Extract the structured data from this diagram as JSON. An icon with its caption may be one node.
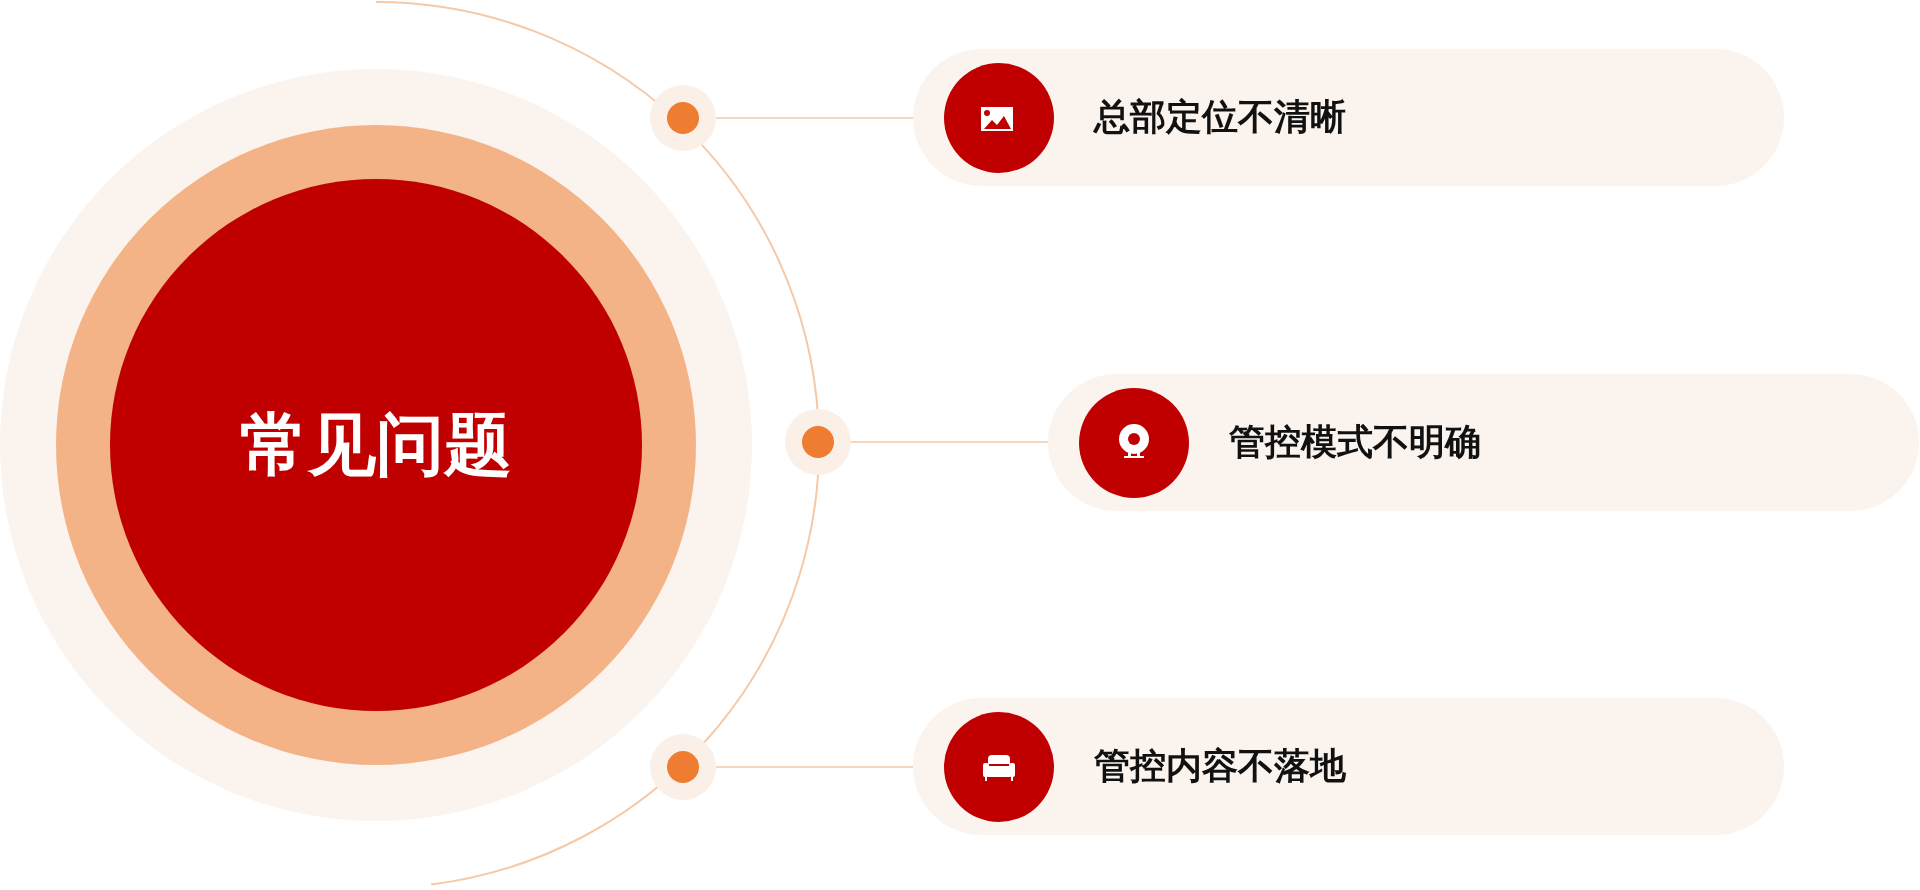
{
  "diagram": {
    "nodes": [
      {
        "text": [
          "常见问题"
        ]
      },
      {
        "text": [
          "总部定位不清晰"
        ]
      },
      {
        "text": [
          "管控模式不明确"
        ]
      },
      {
        "text": [
          "管控内容不落地"
        ]
      },
      {
        "text": [],
        "shape": "circle"
      },
      {
        "text": [],
        "shape": "circle"
      },
      {
        "text": [],
        "shape": "circle"
      }
    ],
    "edges": [
      {
        "from": 4,
        "to": 1,
        "arrow": "none"
      },
      {
        "from": 5,
        "to": 2,
        "arrow": "none"
      },
      {
        "from": 6,
        "to": 3,
        "arrow": "none"
      }
    ]
  }
}
